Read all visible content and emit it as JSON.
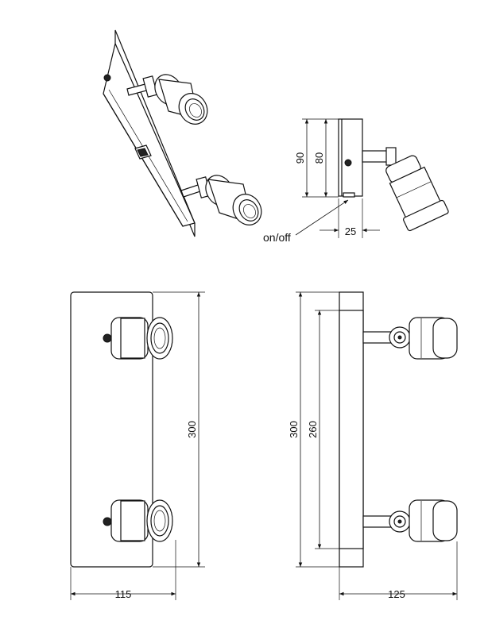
{
  "labels": {
    "on_off": "on/off",
    "side_height_total": "90",
    "side_height_plate": "80",
    "side_depth": "25",
    "front_height": "300",
    "front_width": "115",
    "profile_height_total": "300",
    "profile_height_plate": "260",
    "profile_depth": "125"
  }
}
